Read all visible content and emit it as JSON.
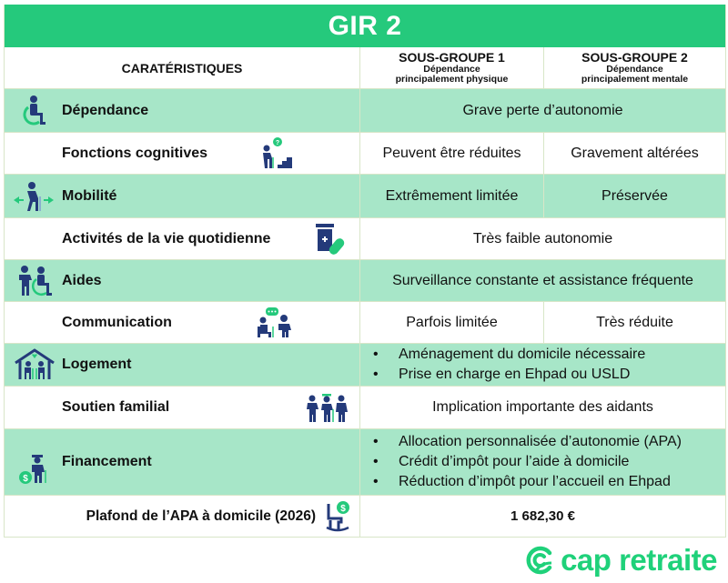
{
  "title": "GIR 2",
  "header": {
    "characteristics": "CARATÉRISTIQUES",
    "subgroup1": {
      "title": "SOUS-GROUPE 1",
      "line1": "Dépendance",
      "line2": "principalement physique"
    },
    "subgroup2": {
      "title": "SOUS-GROUPE 2",
      "line1": "Dépendance",
      "line2": "principalement mentale"
    }
  },
  "rows": [
    {
      "label": "Dépendance",
      "icon": "wheelchair-icon",
      "value": "Grave perte d’autonomie"
    },
    {
      "label": "Fonctions cognitives",
      "icon": "elderly-stairs-question-icon",
      "sg1": "Peuvent être réduites",
      "sg2": "Gravement altérées"
    },
    {
      "label": "Mobilité",
      "icon": "elderly-walking-arrows-icon",
      "sg1": "Extrêmement limitée",
      "sg2": "Préservée"
    },
    {
      "label": "Activités de la vie quotidienne",
      "icon": "medication-icon",
      "value": "Très faible autonomie"
    },
    {
      "label": "Aides",
      "icon": "caregiver-wheelchair-icon",
      "value": "Surveillance constante et assistance fréquente"
    },
    {
      "label": "Communication",
      "icon": "conversation-icon",
      "sg1": "Parfois limitée",
      "sg2": "Très réduite"
    },
    {
      "label": "Logement",
      "icon": "house-couple-icon",
      "bullets": [
        "Aménagement du domicile nécessaire",
        "Prise en charge en Ehpad ou USLD"
      ]
    },
    {
      "label": "Soutien familial",
      "icon": "family-icon",
      "value": "Implication importante des aidants"
    },
    {
      "label": "Financement",
      "icon": "elderly-money-icon",
      "bullets": [
        "Allocation personnalisée d’autonomie (APA)",
        "Crédit d’impôt pour l’aide à domicile",
        "Réduction d’impôt pour l’accueil en Ehpad"
      ]
    },
    {
      "label": "Plafond de l’APA à domicile (2026)",
      "icon": "rocking-chair-money-icon",
      "value": "1 682,30 €"
    }
  ],
  "logo": {
    "text": "cap retraite",
    "icon": "cap-retraite-logo-icon"
  },
  "colors": {
    "title_bg": "#25c97c",
    "row_green": "#a7e6c8",
    "icon_navy": "#243a7a",
    "icon_green": "#25c97c",
    "logo_green": "#1fd17a"
  }
}
